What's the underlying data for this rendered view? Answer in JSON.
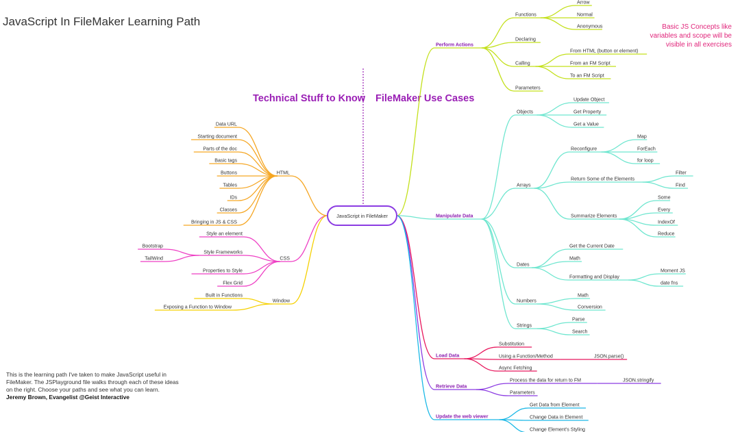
{
  "title": "JavaScript In FileMaker Learning Path",
  "headings": {
    "technical": "Technical Stuff to Know",
    "filemaker": "FileMaker Use Cases"
  },
  "note": "Basic JS Concepts like variables and scope will be visible in all exercises",
  "caption": {
    "body": "This is the learning path I've taken to make JavaScript useful in FileMaker. The JSPlayground file walks through each of these ideas on the right. Choose your paths and see what you can learn.",
    "author": "Jeremy Brown, Evangelist @Geist Interactive"
  },
  "colors": {
    "html": "#f5a623",
    "css": "#ee3fc4",
    "window": "#f5d000",
    "perform": "#c3e01a",
    "manipulate": "#6ee6cf",
    "load": "#e8175d",
    "retrieve": "#8b3be2",
    "update": "#1ab8e6",
    "center": "#8b3be2",
    "heading": "#9a1fb5"
  },
  "mindmap": {
    "center": "JavaScript in FileMaker",
    "left": [
      {
        "label": "HTML",
        "color_key": "html",
        "children": [
          {
            "label": "Data URL"
          },
          {
            "label": "Starting document"
          },
          {
            "label": "Parts of the doc"
          },
          {
            "label": "Basic tags"
          },
          {
            "label": "Buttons"
          },
          {
            "label": "Tables"
          },
          {
            "label": "IDs"
          },
          {
            "label": "Classes"
          },
          {
            "label": "Bringing in JS & CSS"
          }
        ]
      },
      {
        "label": "CSS",
        "color_key": "css",
        "children": [
          {
            "label": "Style an element"
          },
          {
            "label": "Style Frameworks",
            "children": [
              {
                "label": "Bootstrap"
              },
              {
                "label": "TailWind"
              }
            ]
          },
          {
            "label": "Properties to Style"
          },
          {
            "label": "Flex Grid"
          }
        ]
      },
      {
        "label": "Window",
        "color_key": "window",
        "children": [
          {
            "label": "Built in Functions"
          },
          {
            "label": "Exposing a Function to Window"
          }
        ]
      }
    ],
    "right": [
      {
        "label": "Perform Actions",
        "color_key": "perform",
        "children": [
          {
            "label": "Functions",
            "children": [
              {
                "label": "Arrow"
              },
              {
                "label": "Normal"
              },
              {
                "label": "Anonymous"
              }
            ]
          },
          {
            "label": "Declaring"
          },
          {
            "label": "Calling",
            "children": [
              {
                "label": "From HTML (button or element)"
              },
              {
                "label": "From an FM Script"
              },
              {
                "label": "To an FM Script"
              }
            ]
          },
          {
            "label": "Parameters"
          }
        ]
      },
      {
        "label": "Manipulate Data",
        "color_key": "manipulate",
        "children": [
          {
            "label": "Objects",
            "children": [
              {
                "label": "Update Object"
              },
              {
                "label": "Get Property"
              },
              {
                "label": "Get a Value"
              }
            ]
          },
          {
            "label": "Arrays",
            "children": [
              {
                "label": "Reconfigure",
                "children": [
                  {
                    "label": "Map"
                  },
                  {
                    "label": "ForEach"
                  },
                  {
                    "label": "for loop"
                  }
                ]
              },
              {
                "label": "Return Some of the Elements",
                "children": [
                  {
                    "label": "Filter"
                  },
                  {
                    "label": "Find"
                  }
                ]
              },
              {
                "label": "Summarize Elements",
                "children": [
                  {
                    "label": "Some"
                  },
                  {
                    "label": "Every"
                  },
                  {
                    "label": "IndexOf"
                  },
                  {
                    "label": "Reduce"
                  }
                ]
              }
            ]
          },
          {
            "label": "Dates",
            "children": [
              {
                "label": "Get the Current Date"
              },
              {
                "label": "Math"
              },
              {
                "label": "Formatting and Display",
                "children": [
                  {
                    "label": "Moment JS"
                  },
                  {
                    "label": "date fns"
                  }
                ]
              }
            ]
          },
          {
            "label": "Numbers",
            "children": [
              {
                "label": "Math"
              },
              {
                "label": "Conversion"
              }
            ]
          },
          {
            "label": "Strings",
            "children": [
              {
                "label": "Parse"
              },
              {
                "label": "Search"
              }
            ]
          }
        ]
      },
      {
        "label": "Load Data",
        "color_key": "load",
        "children": [
          {
            "label": "Substitution"
          },
          {
            "label": "Using a Function/Method",
            "children": [
              {
                "label": "JSON.parse()"
              }
            ]
          },
          {
            "label": "Async Fetching"
          }
        ]
      },
      {
        "label": "Retrieve Data",
        "color_key": "retrieve",
        "children": [
          {
            "label": "Process the data for return to FM",
            "children": [
              {
                "label": "JSON.stringify"
              }
            ]
          },
          {
            "label": "Parameters"
          }
        ]
      },
      {
        "label": "Update the web viewer",
        "color_key": "update",
        "children": [
          {
            "label": "Get Data from Element"
          },
          {
            "label": "Change Data in Element"
          },
          {
            "label": "Change Element's Styling"
          }
        ]
      }
    ]
  }
}
